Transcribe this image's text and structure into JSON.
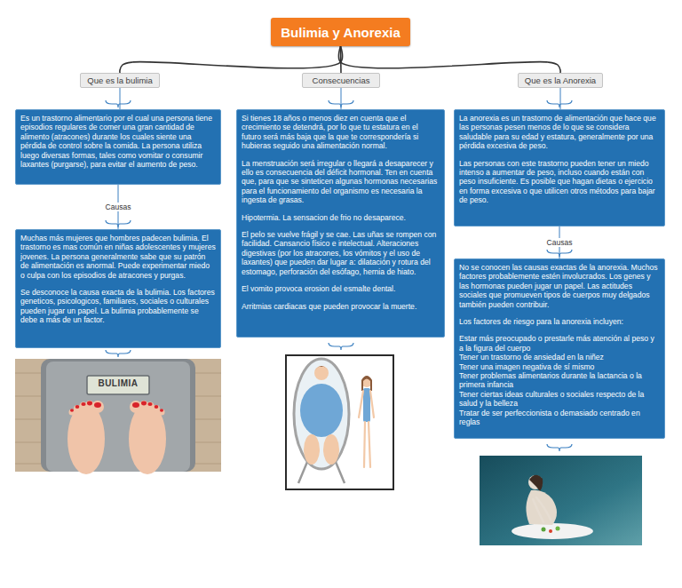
{
  "diagram": {
    "nodes": [
      {
        "text": [
          "Bulimia y Anorexia"
        ]
      },
      {
        "text": [
          "Que es la bulimia"
        ]
      },
      {
        "text": [
          "Consecuencias"
        ]
      },
      {
        "text": [
          "Que es la Anorexia"
        ]
      },
      {
        "text": [
          "Es un trastorno alimentario por el cual una persona tiene episodios regulares de comer una gran cantidad de alimento (atracones) durante los cuales siente una pérdida de control sobre la comida. La persona utiliza luego diversas formas, tales como vomitar o consumir laxantes (purgarse), para evitar el aumento de peso."
        ]
      },
      {
        "text": [
          "Si tienes 18 años o menos diez en cuenta que el crecimiento se detendrá, por lo que tu estatura en el futuro será más baja que la que te correspondería si hubieras seguido una alimentación normal.",
          "La menstruación será irregular o llegará a desaparecer y ello es consecuencia del déficit hormonal. Ten en cuenta que, para que se sinteticen algunas hormonas necesarias para el funcionamiento del organismo es necesaria la ingesta de grasas.",
          "Hipotermia. La sensacion de frio no desaparece.",
          "El pelo se vuelve frágil y se cae. Las uñas se rompen con facilidad. Cansancio físico e intelectual. Alteraciones digestivas (por los atracones, los vómitos y el uso de laxantes) que pueden dar lugar a: dilatación y rotura del estomago, perforación del esófago, hernia de hiato.",
          "El vomito provoca erosion del esmalte dental.",
          "Arritmias cardiacas que pueden provocar la muerte."
        ]
      },
      {
        "text": [
          "La anorexia es un trastorno de alimentación que hace que las personas pesen menos de lo que se considera saludable para su edad y estatura, generalmente por una pérdida excesiva de peso.",
          "Las personas con este trastorno pueden tener un miedo intenso a aumentar de peso, incluso cuando están con peso insuficiente. Es posible que hagan dietas o ejercicio en forma excesiva o que utilicen otros métodos para bajar de peso."
        ]
      },
      {
        "text": [
          "Muchas más mujeres que hombres padecen bulimia. El trastorno es mas común en niñas adolescentes y mujeres jovenes. La persona generalmente sabe que su patrón de alimentación es anormal. Puede experimentar miedo o culpa con los episodios de atracones y purgas.",
          "Se desconoce la causa exacta de la bulimia. Los factores geneticos, psicologicos, familiares, sociales o culturales pueden jugar un papel. La bulimia probablemente se debe a más de un factor."
        ]
      },
      {
        "text": [
          "No se conocen las causas exactas de la anorexia. Muchos factores probablemente estén involucrados. Los genes y las hormonas pueden jugar un papel. Las actitudes sociales que promueven tipos de cuerpos muy delgados también pueden contribuir.",
          "Los factores de riesgo para la anorexia incluyen:",
          "Estar más preocupado o prestarle más atención al peso y a la figura del cuerpo",
          "Tener un trastorno de ansiedad en la niñez",
          "Tener una imagen negativa de sí mismo",
          "Tener problemas alimentarios durante la lactancia o la primera infancia",
          "Tener ciertas ideas culturales o sociales respecto de la salud y la belleza",
          "Tratar de ser perfeccionista o demasiado centrado en reglas"
        ]
      }
    ],
    "edges": [
      {
        "from": 0,
        "to": 1,
        "arrow": "none"
      },
      {
        "from": 0,
        "to": 2,
        "arrow": "none"
      },
      {
        "from": 0,
        "to": 3,
        "arrow": "none"
      },
      {
        "from": 1,
        "to": 4,
        "arrow": "none"
      },
      {
        "from": 2,
        "to": 5,
        "arrow": "none"
      },
      {
        "from": 3,
        "to": 6,
        "arrow": "none"
      },
      {
        "from": 4,
        "to": 7,
        "label": "Causas",
        "arrow": "none"
      },
      {
        "from": 6,
        "to": 8,
        "label": "Causas",
        "arrow": "none"
      }
    ],
    "labels": [
      "BULIMIA"
    ]
  }
}
